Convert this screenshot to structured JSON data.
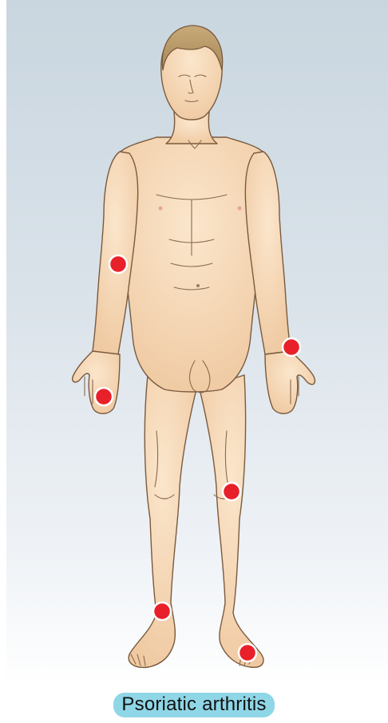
{
  "caption": "Psoriatic arthritis",
  "colors": {
    "highlight": "#8fd6e6",
    "joint": "#e8202a",
    "skin": "#f6d7b3",
    "hair": "#b89a6a"
  },
  "affected_joints": [
    {
      "name": "right-elbow"
    },
    {
      "name": "right-finger"
    },
    {
      "name": "left-wrist"
    },
    {
      "name": "left-knee"
    },
    {
      "name": "right-ankle"
    },
    {
      "name": "left-toe"
    }
  ]
}
